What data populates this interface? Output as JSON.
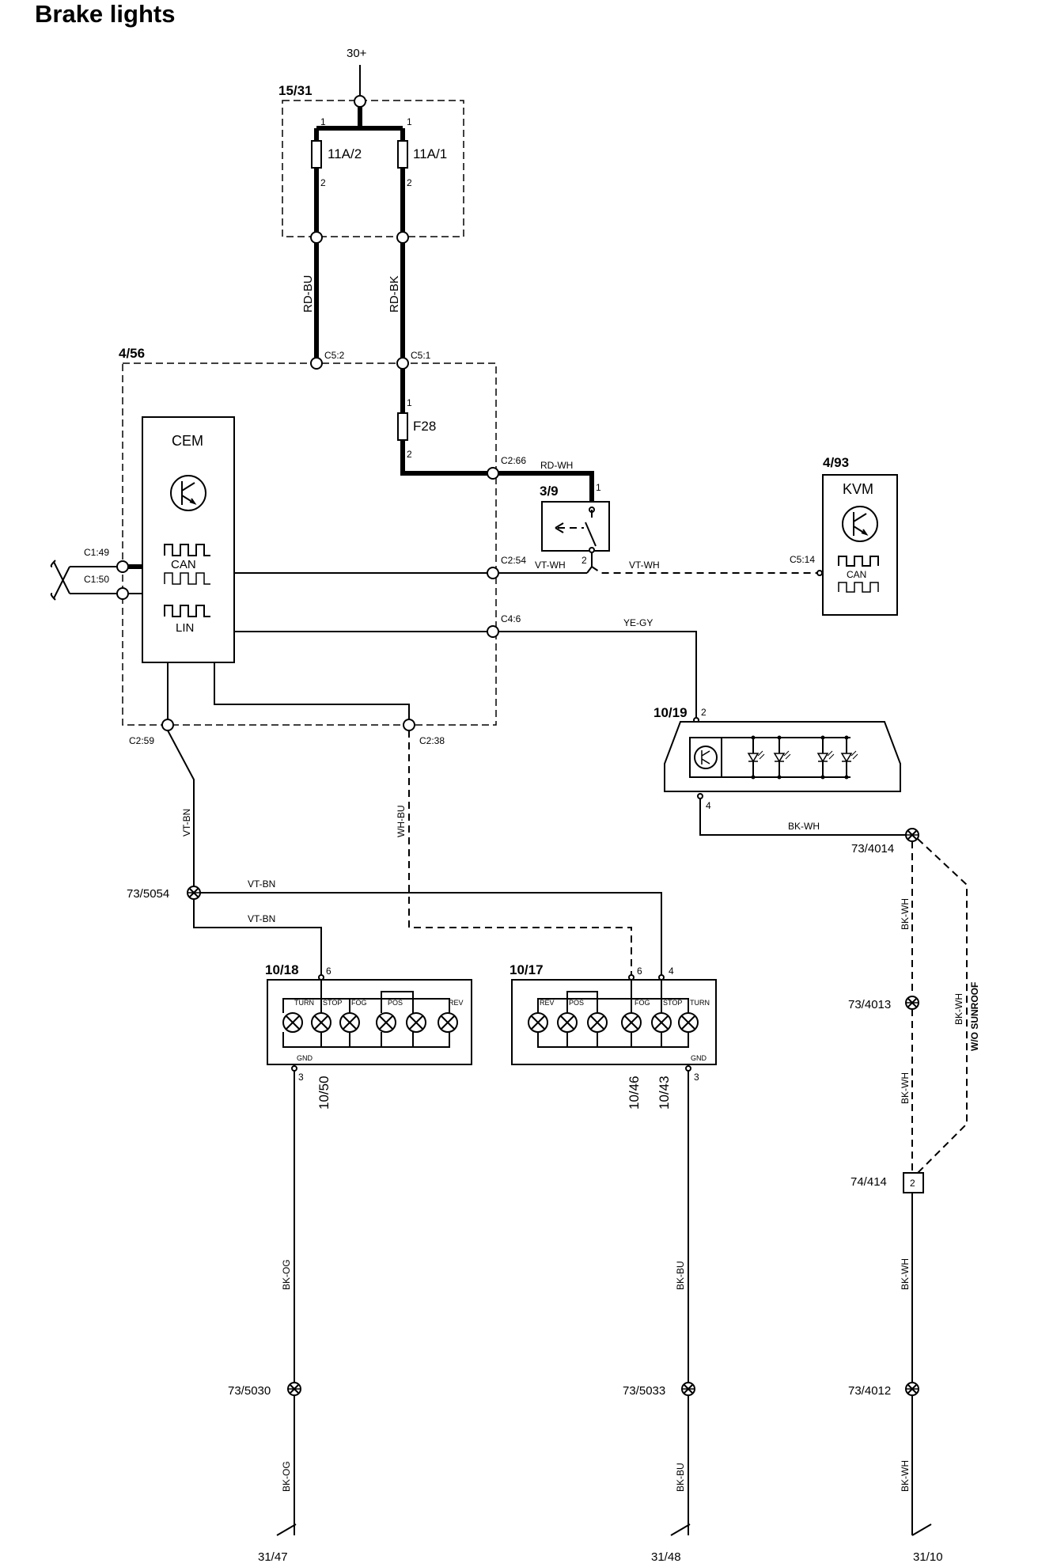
{
  "title": "Brake lights",
  "supply": "30+",
  "components": {
    "fuse_box": "15/31",
    "fuse_a": "11A/2",
    "fuse_b": "11A/1",
    "cem_box": "4/56",
    "cem": "CEM",
    "can": "CAN",
    "lin": "LIN",
    "fuse_f28": "F28",
    "switch": "3/9",
    "kvm_box": "4/93",
    "kvm": "KVM",
    "kvm_can": "CAN",
    "high_stop": "10/19",
    "rear_left": "10/18",
    "rear_right": "10/17"
  },
  "lamps": {
    "turn": "TURN",
    "stop": "STOP",
    "fog": "FOG",
    "pos": "POS",
    "rev": "REV",
    "gnd": "GND"
  },
  "bulb_ids": {
    "left_1050": "10/50",
    "right_1046": "10/46",
    "right_1043": "10/43"
  },
  "connectors": {
    "c5_2": "C5:2",
    "c5_1": "C5:1",
    "c2_66": "C2:66",
    "c2_54": "C2:54",
    "c4_6": "C4:6",
    "c1_49": "C1:49",
    "c1_50": "C1:50",
    "c2_59": "C2:59",
    "c2_38": "C2:38",
    "c5_14": "C5:14"
  },
  "pins": {
    "one": "1",
    "two": "2",
    "three": "3",
    "four": "4",
    "six": "6"
  },
  "wires": {
    "rd_bu": "RD-BU",
    "rd_bk": "RD-BK",
    "rd_wh": "RD-WH",
    "vt_wh": "VT-WH",
    "ye_gy": "YE-GY",
    "vt_bn": "VT-BN",
    "wh_bu": "WH-BU",
    "bk_wh": "BK-WH",
    "bk_og": "BK-OG",
    "bk_bu": "BK-BU",
    "no_sunroof": "W/O SUNROOF"
  },
  "splices": {
    "s4014": "73/4014",
    "s5054": "73/5054",
    "s4013": "73/4013",
    "s414": "74/414",
    "s5030": "73/5030",
    "s5033": "73/5033",
    "s4012": "73/4012"
  },
  "grounds": {
    "g47": "31/47",
    "g48": "31/48",
    "g10": "31/10"
  }
}
